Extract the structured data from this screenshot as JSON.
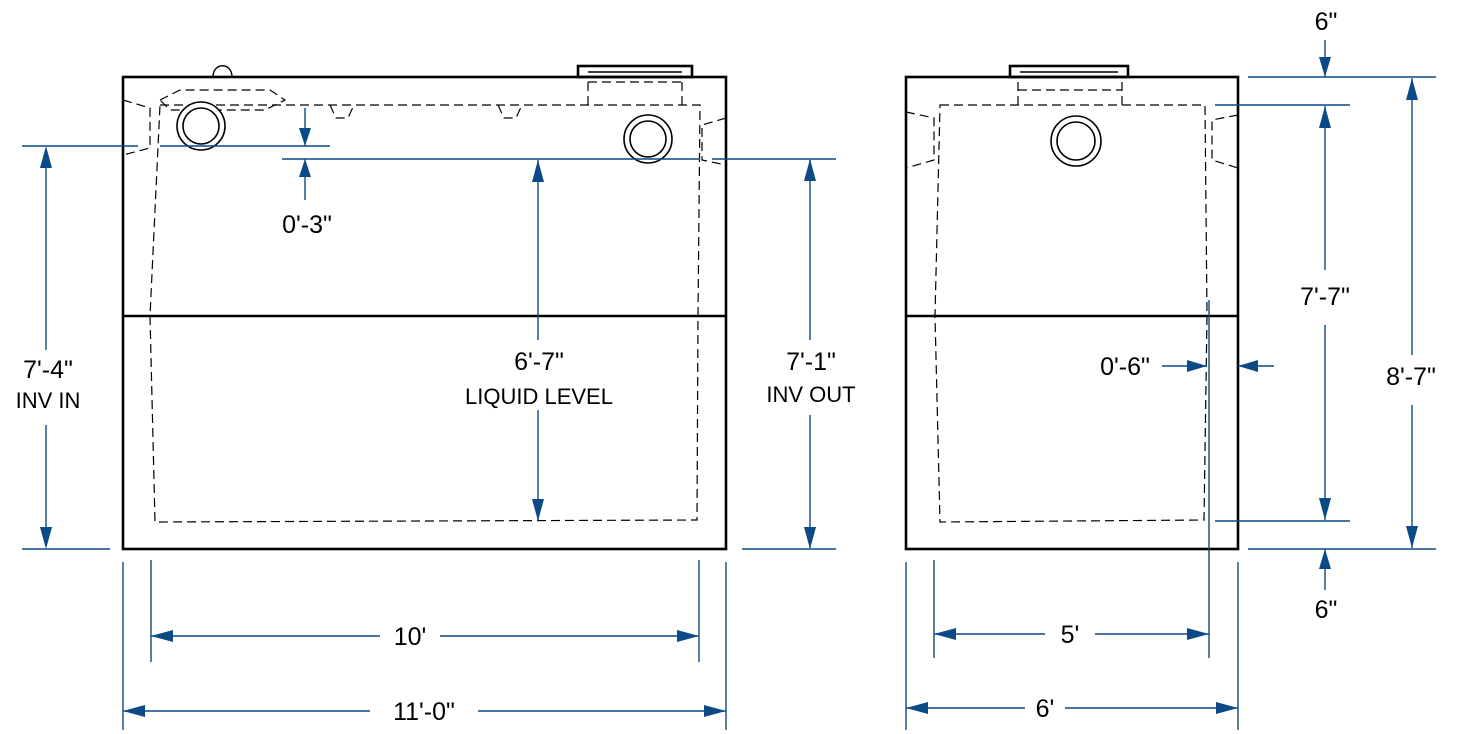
{
  "colors": {
    "dimension_line": "#0b4a86",
    "outline": "#000000",
    "background": "#ffffff"
  },
  "side_view": {
    "inlet_invert": {
      "value": "7'-4\"",
      "label": "INV IN"
    },
    "outlet_invert": {
      "value": "7'-1\"",
      "label": "INV OUT"
    },
    "liquid_level": {
      "value": "6'-7\"",
      "label": "LIQUID LEVEL"
    },
    "pipe_offset": "0'-3\"",
    "inner_length": "10'",
    "outer_length": "11'-0\""
  },
  "end_view": {
    "top_wall": "6\"",
    "bottom_wall": "6\"",
    "inner_height": "7'-7\"",
    "outer_height": "8'-7\"",
    "wall_thickness": "0'-6\"",
    "inner_width": "5'",
    "outer_width": "6'"
  }
}
